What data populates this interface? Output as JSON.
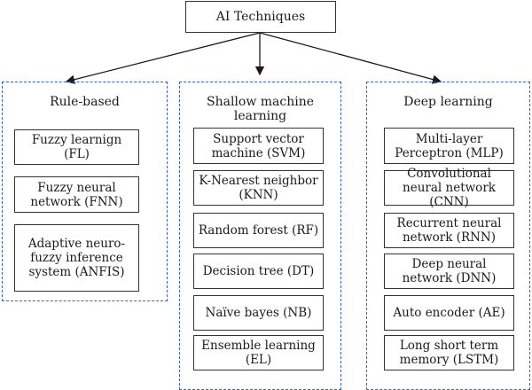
{
  "root": {
    "label": "AI Techniques"
  },
  "colors": {
    "group_border": "#3a64c4",
    "box_border": "#333333",
    "arrow": "#1a1a1a"
  },
  "groups": [
    {
      "title": "Rule-based",
      "items": [
        "Fuzzy learnign (FL)",
        "Fuzzy neural network (FNN)",
        "Adaptive neuro-fuzzy inference system (ANFIS)"
      ]
    },
    {
      "title": "Shallow machine learning",
      "items": [
        "Support vector machine (SVM)",
        "K-Nearest neighbor (KNN)",
        "Random forest (RF)",
        "Decision tree (DT)",
        "Naïve bayes (NB)",
        "Ensemble learning (EL)"
      ]
    },
    {
      "title": "Deep learning",
      "items": [
        "Multi-layer Perceptron (MLP)",
        "Convolutional neural network (CNN)",
        "Recurrent neural network (RNN)",
        "Deep neural network (DNN)",
        "Auto encoder (AE)",
        "Long short term memory (LSTM)"
      ]
    }
  ]
}
